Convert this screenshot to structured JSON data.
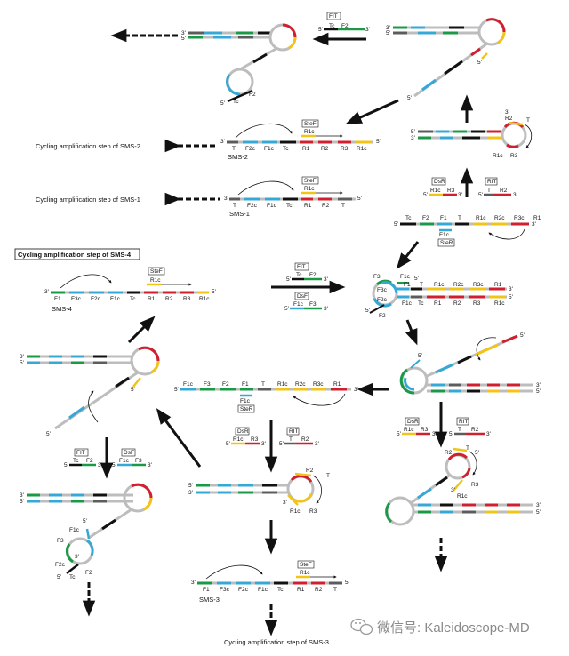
{
  "captions": {
    "sms2_cycling": "Cycling amplification step of SMS-2",
    "sms1_cycling": "Cycling amplification step of SMS-1",
    "sms4_cycling": "Cycling amplification step of SMS-4",
    "sms3_cycling": "Cycling amplification step of SMS-3"
  },
  "strand_names": {
    "sms1": "SMS-1",
    "sms2": "SMS-2",
    "sms3": "SMS-3",
    "sms4": "SMS-4"
  },
  "primers": {
    "fit": "FIT",
    "dsf": "DsF",
    "stef": "SteF",
    "ster": "SteR",
    "dsr": "DsR",
    "rit": "RIT"
  },
  "regions": {
    "f1": "F1",
    "f2": "F2",
    "f3": "F3",
    "f1c": "F1c",
    "f2c": "F2c",
    "f3c": "F3c",
    "r1": "R1",
    "r2": "R2",
    "r3": "R3",
    "r1c": "R1c",
    "r2c": "R2c",
    "r3c": "R3c",
    "t": "T",
    "tc": "Tc",
    "p3": "3'",
    "p5": "5'"
  },
  "watermark": {
    "icon": "chat-bubbles-icon",
    "text": "微信号: Kaleidoscope-MD"
  },
  "colors": {
    "f_green": "#1a9a47",
    "f_blue": "#35a8d6",
    "t_black": "#111111",
    "r_red": "#d01f2e",
    "r_yellow": "#f2c418",
    "loop_gray": "#bdbdbd",
    "dark": "#5c5c5c"
  }
}
